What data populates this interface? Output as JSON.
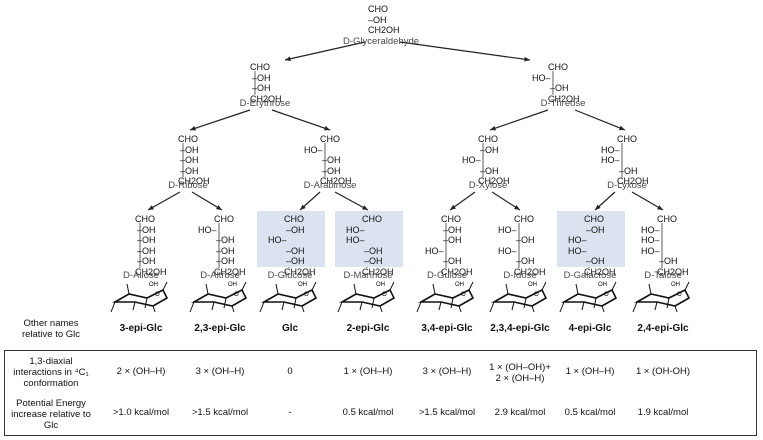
{
  "root": {
    "name": "D-Glyceraldehyde",
    "lines": [
      "CHO",
      "OH",
      "CH2OH"
    ]
  },
  "level1": [
    {
      "name": "D-Erythrose",
      "lines": [
        "CHO",
        "OH",
        "OH",
        "CH2OH"
      ]
    },
    {
      "name": "D-Threose",
      "lines": [
        "CHO",
        "HO",
        "OH",
        "CH2OH"
      ]
    }
  ],
  "level2": [
    {
      "name": "D-Ribose"
    },
    {
      "name": "D-Arabinose"
    },
    {
      "name": "D-Xylose"
    },
    {
      "name": "D-Lyxose"
    }
  ],
  "level3": [
    {
      "name": "D-Allose",
      "highlight": false,
      "alt_name": "3-epi-Glc",
      "diaxial": "2 × (OH–H)",
      "energy": ">1.0 kcal/mol"
    },
    {
      "name": "D-Altrose",
      "highlight": false,
      "alt_name": "2,3-epi-Glc",
      "diaxial": "3 × (OH–H)",
      "energy": ">1.5 kcal/mol"
    },
    {
      "name": "D-Glucose",
      "highlight": true,
      "alt_name": "Glc",
      "diaxial": "0",
      "energy": "-"
    },
    {
      "name": "D-Mannose",
      "highlight": true,
      "alt_name": "2-epi-Glc",
      "diaxial": "1 × (OH–H)",
      "energy": "0.5 kcal/mol"
    },
    {
      "name": "D-Gulose",
      "highlight": false,
      "alt_name": "3,4-epi-Glc",
      "diaxial": "3 × (OH–H)",
      "energy": ">1.5 kcal/mol"
    },
    {
      "name": "D-Idose",
      "highlight": false,
      "alt_name": "2,3,4-epi-Glc",
      "diaxial": "1 × (OH–OH)+",
      "diaxial2": "2 × (OH–H)",
      "energy": "2.9 kcal/mol"
    },
    {
      "name": "D-Galactose",
      "highlight": true,
      "alt_name": "4-epi-Glc",
      "diaxial": "1 × (OH–H)",
      "energy": "0.5 kcal/mol"
    },
    {
      "name": "D-Talose",
      "highlight": false,
      "alt_name": "2,4-epi-Glc",
      "diaxial": "1 × (OH-OH)",
      "energy": "1.9 kcal/mol"
    }
  ],
  "labels": {
    "other_names": "Other names relative to Glc",
    "diaxial": "1,3-diaxial interactions in ⁴C₁ conformation",
    "energy": "Potential Energy increase relative to Glc"
  },
  "ring_oh": "OH",
  "ring_o": "O"
}
